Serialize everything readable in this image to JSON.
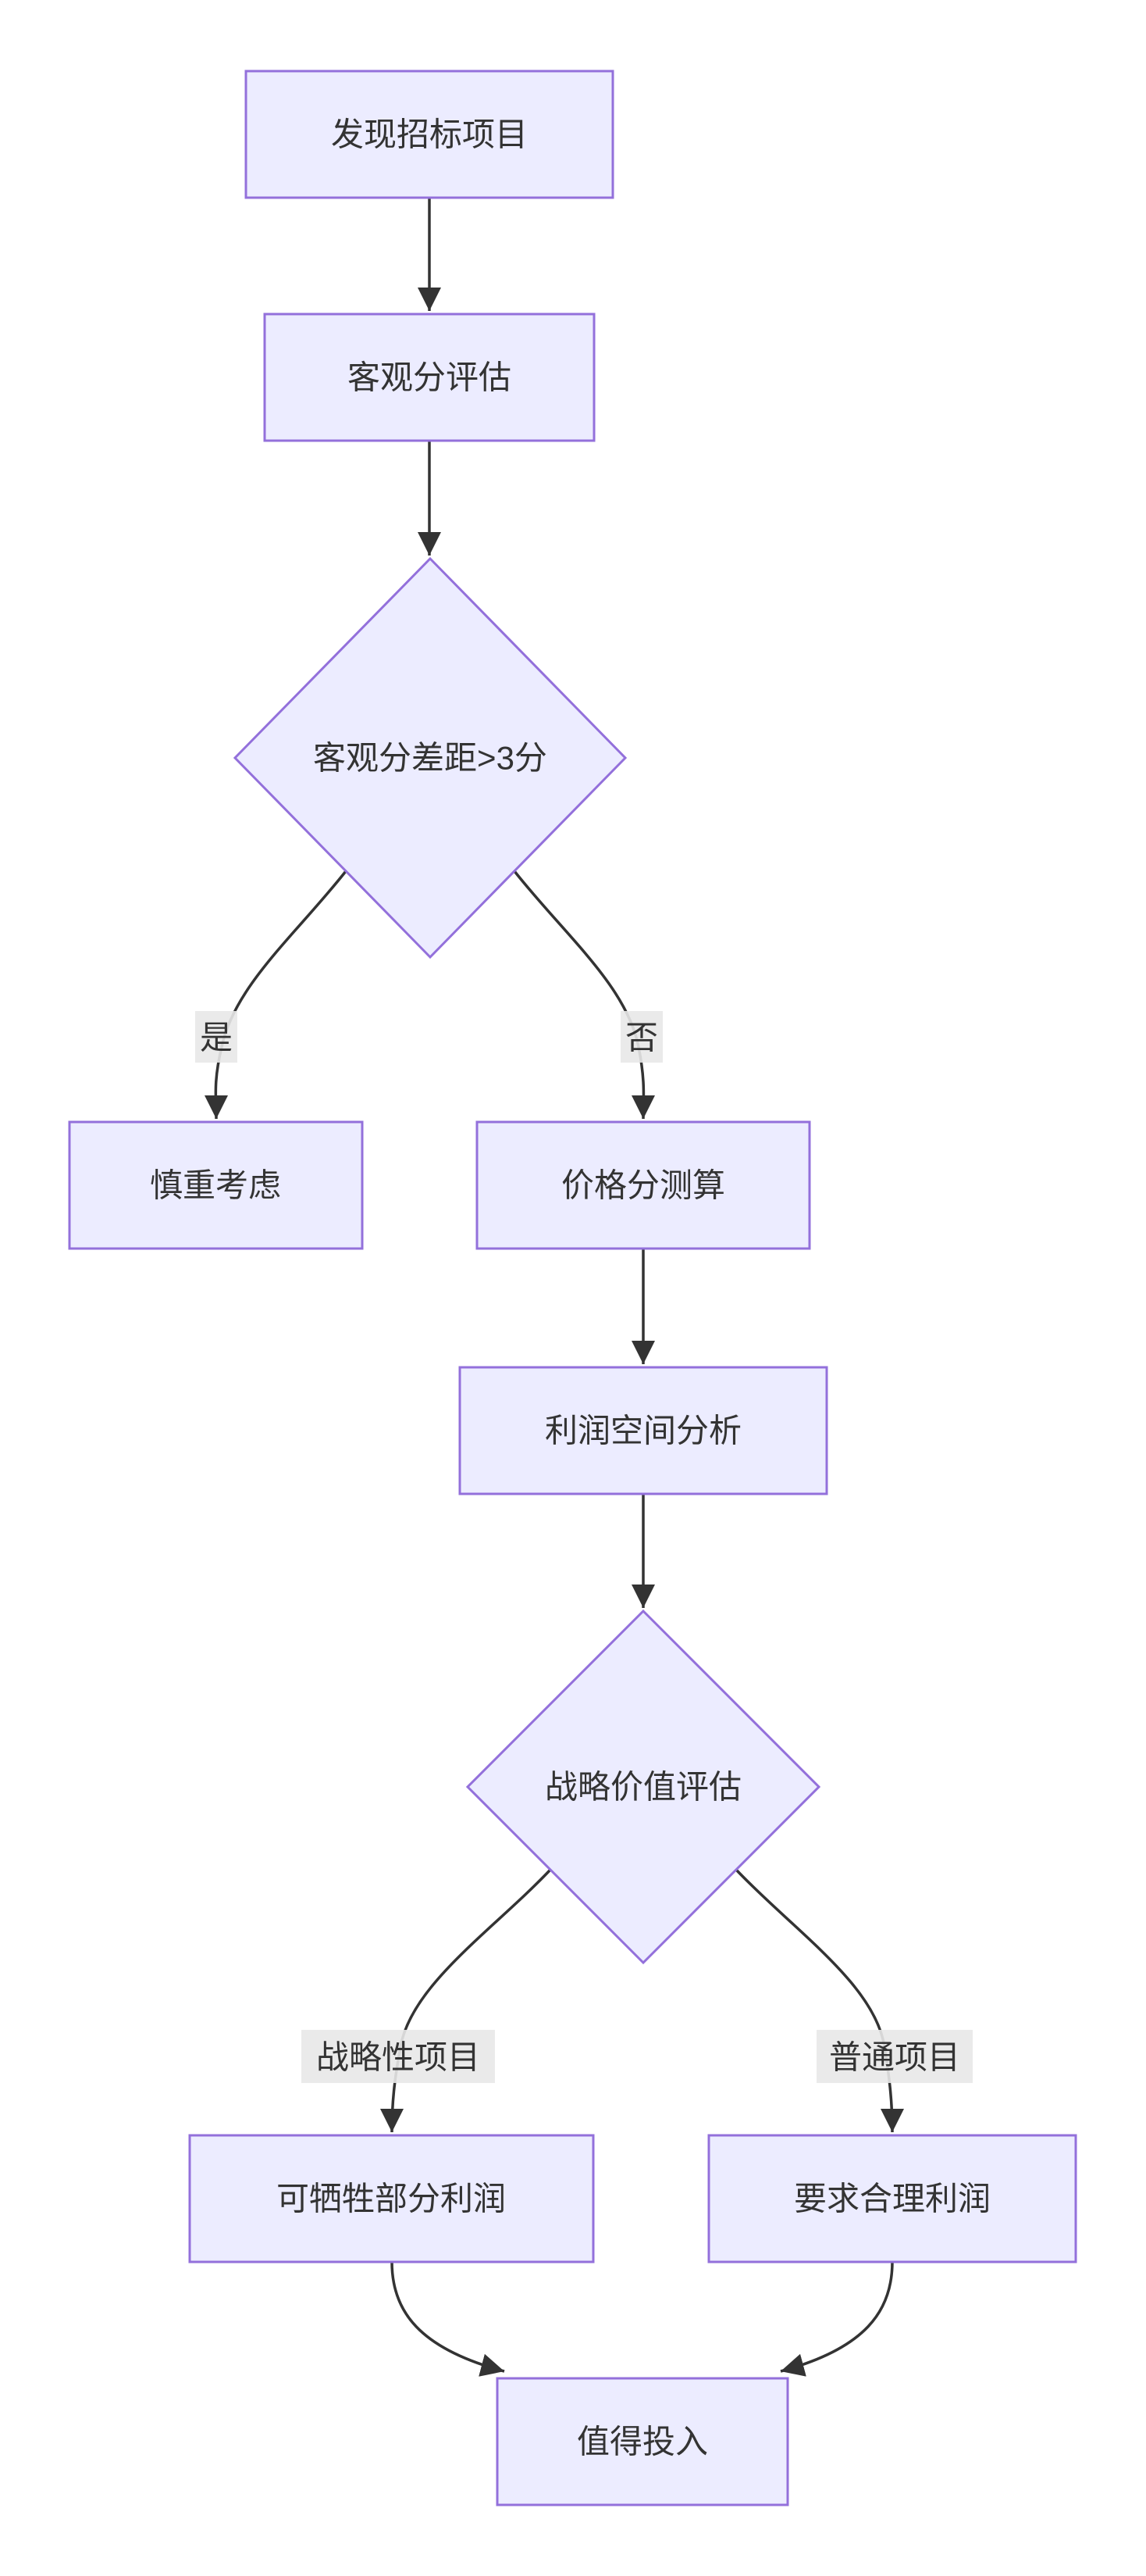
{
  "diagram": {
    "type": "flowchart",
    "direction": "top-down",
    "background": "#ffffff",
    "colors": {
      "node_fill": "#ECECFF",
      "node_border": "#9370DB",
      "edge_line": "#333333",
      "text": "#333333",
      "edge_label_bg": "#e8e8e8"
    },
    "nodes": [
      {
        "id": "A",
        "shape": "rect",
        "label": "发现招标项目"
      },
      {
        "id": "B",
        "shape": "rect",
        "label": "客观分评估"
      },
      {
        "id": "C",
        "shape": "diamond",
        "label": "客观分差距>3分"
      },
      {
        "id": "D",
        "shape": "rect",
        "label": "慎重考虑"
      },
      {
        "id": "E",
        "shape": "rect",
        "label": "价格分测算"
      },
      {
        "id": "F",
        "shape": "rect",
        "label": "利润空间分析"
      },
      {
        "id": "G",
        "shape": "diamond",
        "label": "战略价值评估"
      },
      {
        "id": "H",
        "shape": "rect",
        "label": "可牺牲部分利润"
      },
      {
        "id": "I",
        "shape": "rect",
        "label": "要求合理利润"
      },
      {
        "id": "J",
        "shape": "rect",
        "label": "值得投入"
      }
    ],
    "edges": [
      {
        "from": "A",
        "to": "B",
        "label": ""
      },
      {
        "from": "B",
        "to": "C",
        "label": ""
      },
      {
        "from": "C",
        "to": "D",
        "label": "是"
      },
      {
        "from": "C",
        "to": "E",
        "label": "否"
      },
      {
        "from": "E",
        "to": "F",
        "label": ""
      },
      {
        "from": "F",
        "to": "G",
        "label": ""
      },
      {
        "from": "G",
        "to": "H",
        "label": "战略性项目"
      },
      {
        "from": "G",
        "to": "I",
        "label": "普通项目"
      },
      {
        "from": "H",
        "to": "J",
        "label": ""
      },
      {
        "from": "I",
        "to": "J",
        "label": ""
      }
    ]
  }
}
